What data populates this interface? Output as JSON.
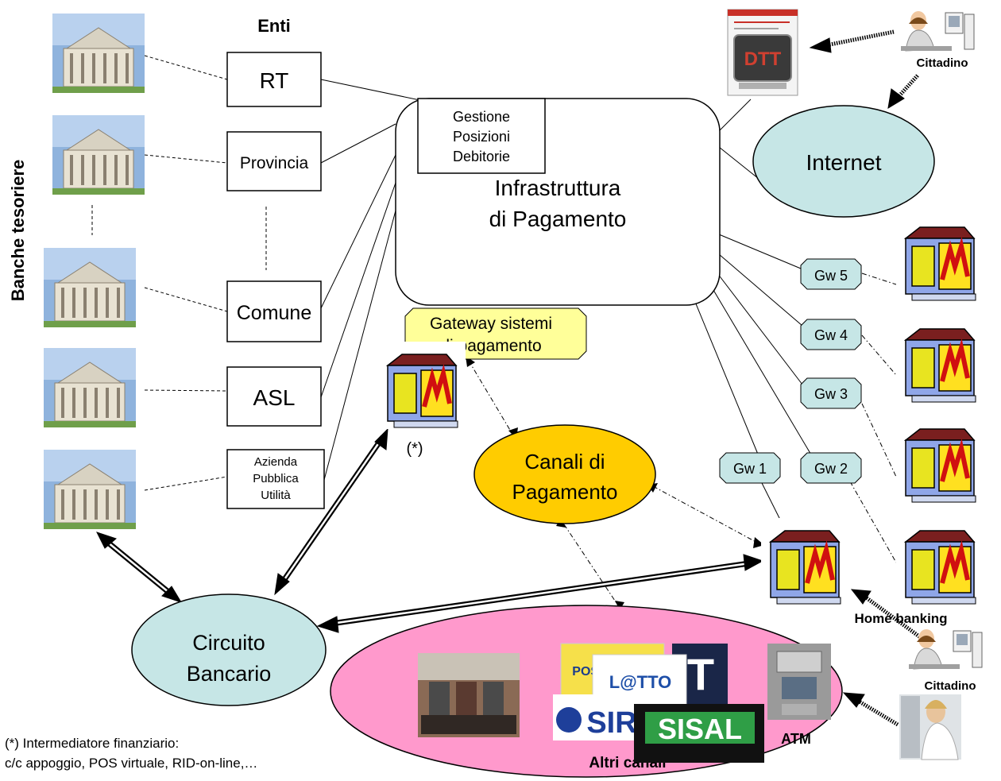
{
  "labels": {
    "enti_heading": "Enti",
    "banche_tesoriere": "Banche tesoriere",
    "ente_rt": "RT",
    "ente_provincia": "Provincia",
    "ente_comune": "Comune",
    "ente_asl": "ASL",
    "ente_azienda_1": "Azienda",
    "ente_azienda_2": "Pubblica",
    "ente_azienda_3": "Utilità",
    "gpd_1": "Gestione",
    "gpd_2": "Posizioni",
    "gpd_3": "Debitorie",
    "infra_1": "Infrastruttura",
    "infra_2": "di Pagamento",
    "internet": "Internet",
    "gateway_1": "Gateway sistemi",
    "gateway_2": "di pagamento",
    "asterisk": "(*)",
    "canali_1": "Canali di",
    "canali_2": "Pagamento",
    "circuito_1": "Circuito",
    "circuito_2": "Bancario",
    "gw1": "Gw 1",
    "gw2": "Gw 2",
    "gw3": "Gw 3",
    "gw4": "Gw 4",
    "gw5": "Gw 5",
    "cittadino_top": "Cittadino",
    "cittadino_bottom": "Cittadino",
    "home_banking": "Home banking",
    "atm": "ATM",
    "altri_canali": "Altri canali",
    "footnote_1": "(*) Intermediatore finanziario:",
    "footnote_2": "c/c appoggio, POS virtuale, RID-on-line,…",
    "logo_postamat": "POSTAMAT",
    "logo_lotto": "L@TTO",
    "logo_sisal": "SISAL",
    "logo_sir": "SIR",
    "logo_t": "T",
    "dtt_screen": "DTT"
  },
  "colors": {
    "internet_fill": "#c6e6e6",
    "circuito_fill": "#c6e6e6",
    "canali_fill": "#ffcc00",
    "altri_canali_fill": "#ff99cc",
    "gateway_fill": "#ffff99",
    "gw_fill": "#c6e6e6"
  }
}
